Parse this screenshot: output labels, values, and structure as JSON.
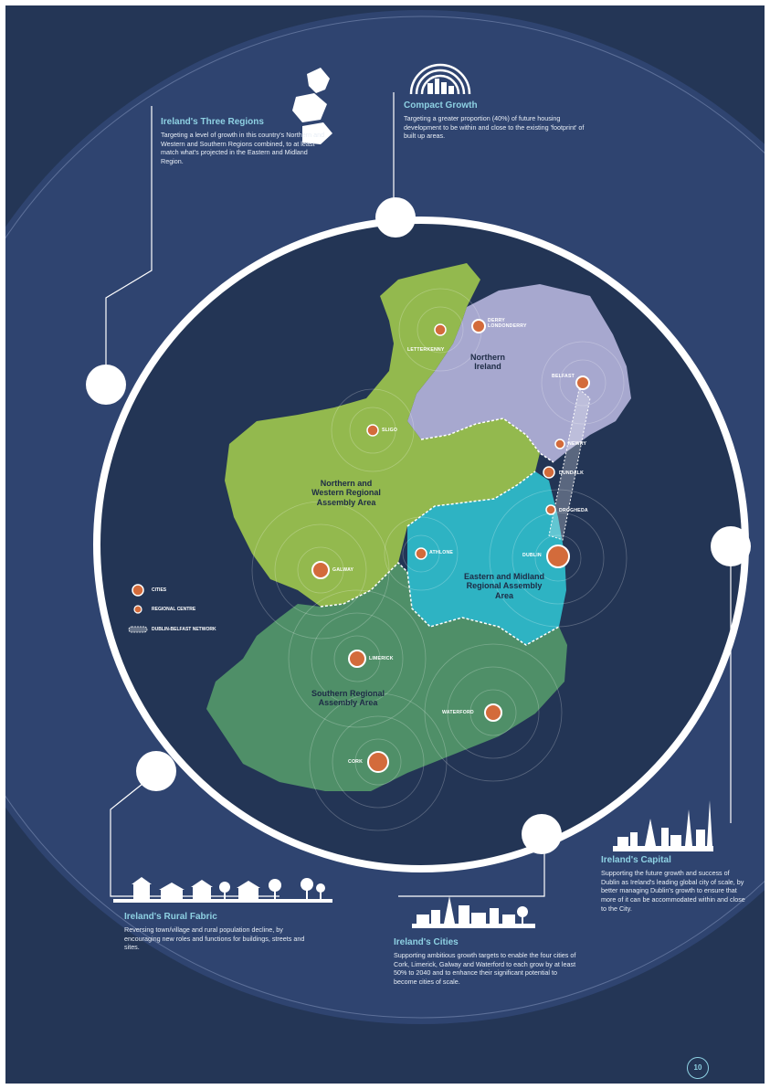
{
  "panels": {
    "three_regions": {
      "title": "Ireland's Three Regions",
      "body": "Targeting a level of growth in this country's Northern and Western and Southern Regions combined, to at least match what's projected in the Eastern and Midland Region."
    },
    "compact_growth": {
      "title": "Compact Growth",
      "body": "Targeting a greater proportion (40%) of future housing development to be within and close to the existing 'footprint' of built up areas."
    },
    "capital": {
      "title": "Ireland's Capital",
      "body": "Supporting the future growth and success of Dublin as Ireland's leading global city of scale, by better managing Dublin's growth to ensure that more of it can be accommodated within and close to the City."
    },
    "cities": {
      "title": "Ireland's Cities",
      "body": "Supporting ambitious growth targets to enable the four cities of Cork, Limerick, Galway and Waterford to each grow by at least 50% to 2040 and to enhance their significant potential to become cities of scale."
    },
    "rural_fabric": {
      "title": "Ireland's Rural Fabric",
      "body": "Reversing town/village and rural population decline, by encouraging new roles and functions for buildings, streets and sites."
    }
  },
  "regions": {
    "northern_ireland": "Northern Ireland",
    "northern_western": "Northern and Western Regional Assembly Area",
    "eastern_midland": "Eastern and Midland Regional Assembly Area",
    "southern": "Southern Regional Assembly Area"
  },
  "towns": {
    "letterkenny": "LETTERKENNY",
    "derry": "DERRY LONDONDERRY",
    "belfast": "BELFAST",
    "sligo": "SLIGO",
    "newry": "NEWRY",
    "dundalk": "DUNDALK",
    "drogheda": "DROGHEDA",
    "athlone": "ATHLONE",
    "dublin": "DUBLIN",
    "galway": "GALWAY",
    "limerick": "LIMERICK",
    "waterford": "WATERFORD",
    "cork": "CORK"
  },
  "legend": {
    "cities": "CITIES",
    "regional_centre": "REGIONAL CENTRE",
    "corridor": "DUBLIN-BELFAST NETWORK"
  },
  "page_number": "10",
  "colors": {
    "background": "#243656",
    "northern_western": "#93b94e",
    "eastern_midland": "#2eb3c3",
    "southern": "#4f8f68",
    "northern_ireland": "#a7a8cf",
    "city_marker": "#d36b3b",
    "heading": "#8ed1e3"
  }
}
